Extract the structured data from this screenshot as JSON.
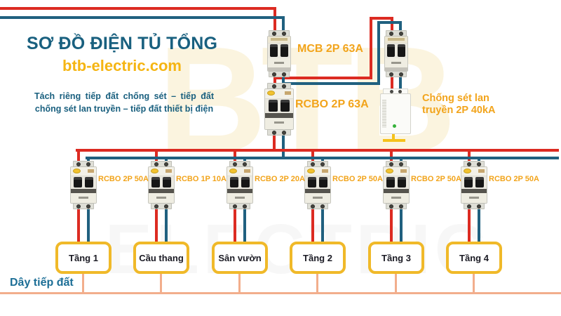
{
  "header": {
    "title": "SƠ ĐỒ ĐIỆN TỦ TỔNG",
    "website": "btb-electric.com",
    "subtitle_line1": "Tách riêng tiếp đất chống sét – tiếp đất",
    "subtitle_line2": "chống sét lan truyền – tiếp đất thiết bị điện"
  },
  "main_devices": {
    "mcb_label": "MCB 2P 63A",
    "rcbo_label": "RCBO 2P 63A",
    "surge_label": "Chống sét lan truyền 2P 40kA"
  },
  "branch_breakers": [
    {
      "label": "RCBO 2P 50A",
      "circuit": "Tầng 1"
    },
    {
      "label": "RCBO 1P 10A",
      "circuit": "Cầu thang"
    },
    {
      "label": "RCBO 2P 20A",
      "circuit": "Sân vườn"
    },
    {
      "label": "RCBO 2P 50A",
      "circuit": "Tầng 2"
    },
    {
      "label": "RCBO 2P 50A",
      "circuit": "Tầng 3"
    },
    {
      "label": "RCBO 2P 50A",
      "circuit": "Tầng 4"
    }
  ],
  "ground_label": "Dây tiếp đất",
  "watermark": {
    "line1": "BTB",
    "line2": "ELECTRIC"
  },
  "colors": {
    "live_wire": "#DC2B22",
    "neutral_wire": "#20607F",
    "ground_bus": "#F2AE8C",
    "ground_symbol": "#F5C21B",
    "label_orange": "#F2A41B",
    "box_border": "#F0B929",
    "title_teal": "#19607F",
    "website_yellow": "#F5B513"
  }
}
